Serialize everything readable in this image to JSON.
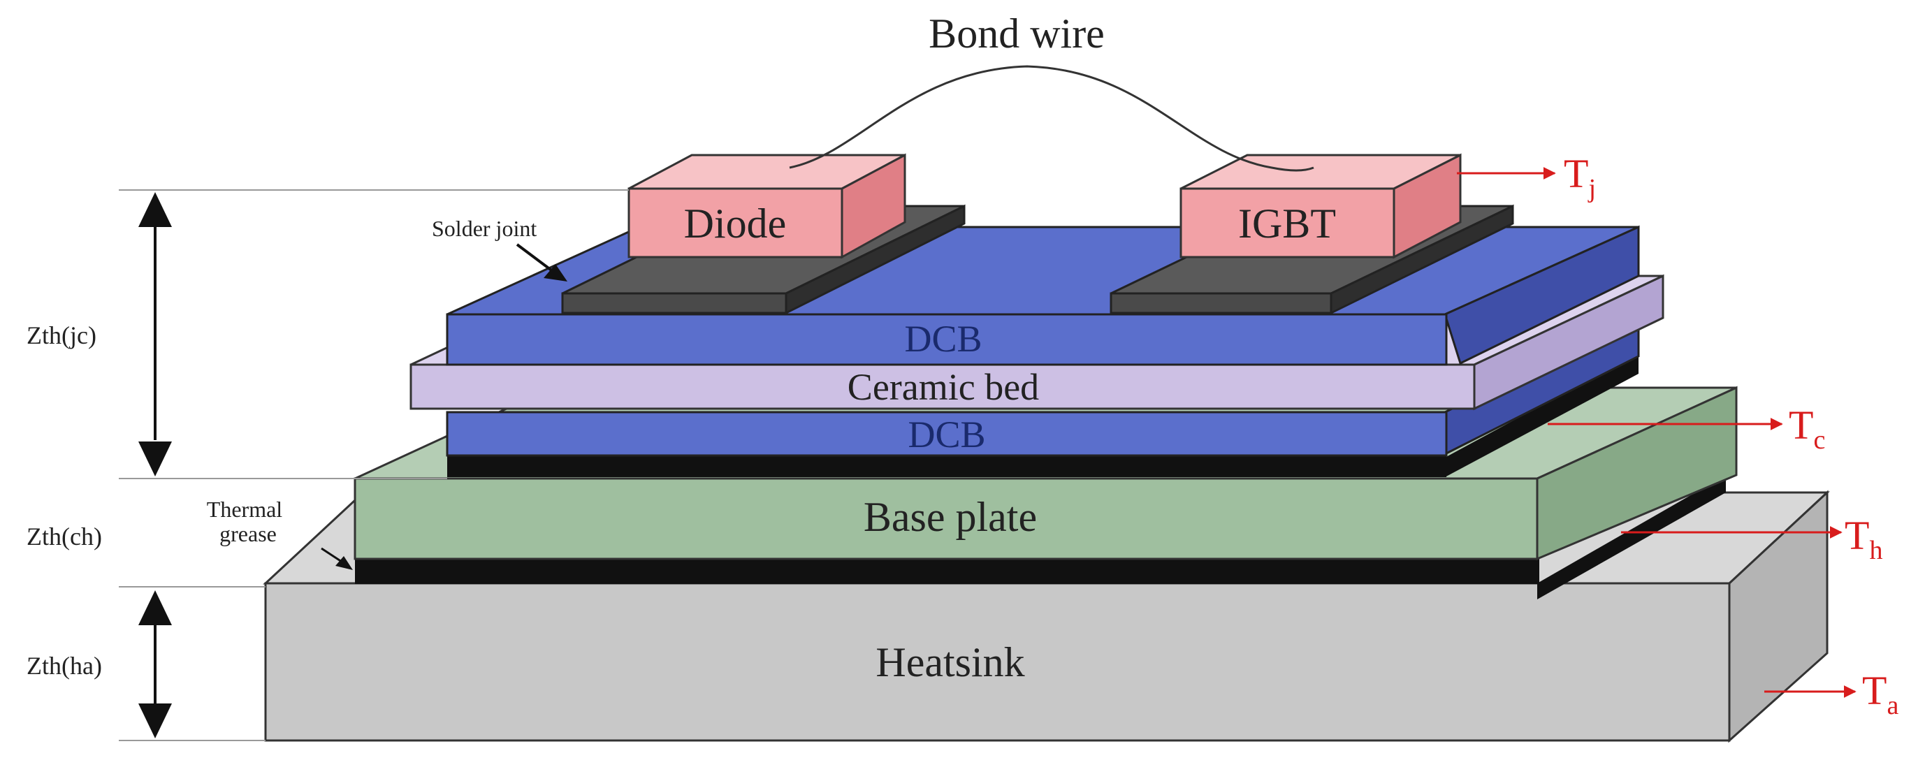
{
  "labels": {
    "bond_wire": "Bond wire",
    "diode": "Diode",
    "igbt": "IGBT",
    "solder_joint": "Solder joint",
    "dcb_top": "DCB",
    "ceramic_bed": "Ceramic bed",
    "dcb_bottom": "DCB",
    "base_plate": "Base plate",
    "thermal_grease_line1": "Thermal",
    "thermal_grease_line2": "grease",
    "heatsink": "Heatsink"
  },
  "impedances": {
    "jc": "Zth(jc)",
    "ch": "Zth(ch)",
    "ha": "Zth(ha)"
  },
  "temperatures": {
    "junction": {
      "base": "T",
      "sub": "j"
    },
    "case": {
      "base": "T",
      "sub": "c"
    },
    "heatsink": {
      "base": "T",
      "sub": "h"
    },
    "ambient": {
      "base": "T",
      "sub": "a"
    }
  },
  "colors": {
    "chip_fill": "#f2a1a6",
    "dcb_fill": "#5b6fcc",
    "ceramic_fill": "#cdc0e4",
    "solder_fill": "#4a4a4a",
    "base_plate_fill": "#9fbf9f",
    "grease_fill": "#111111",
    "heatsink_fill": "#c8c8c8",
    "temperature_arrow": "#d81c1c"
  }
}
